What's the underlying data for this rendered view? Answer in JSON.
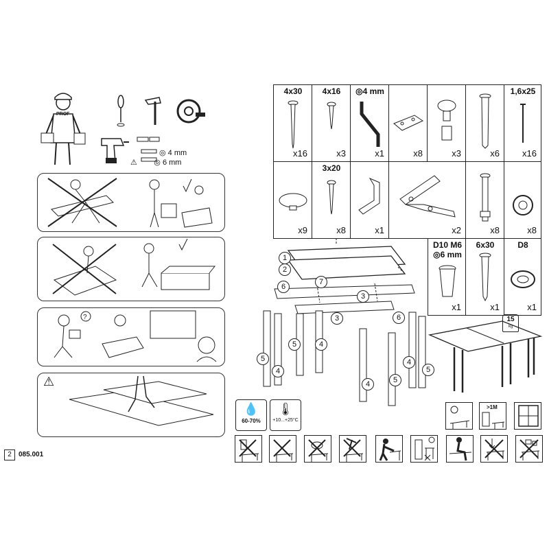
{
  "page": {
    "number": "2",
    "code": "085.001"
  },
  "worker": {
    "cap_text": "PROF"
  },
  "tools": {
    "drill_bit_4": "4 mm",
    "drill_bit_6": "6 mm"
  },
  "parts_row1": [
    {
      "size": "4x30",
      "qty": "x16"
    },
    {
      "size": "4x16",
      "qty": "x3"
    },
    {
      "size": "4 mm",
      "qty": "x1"
    },
    {
      "size": "",
      "qty": "x8"
    },
    {
      "size": "",
      "qty": "x3"
    },
    {
      "size": "",
      "qty": "x6"
    },
    {
      "size": "1,6x25",
      "qty": "x16"
    }
  ],
  "parts_row2": [
    {
      "size": "",
      "qty": "x9"
    },
    {
      "size": "3x20",
      "qty": "x8"
    },
    {
      "size": "",
      "qty": "x1"
    },
    {
      "size": "",
      "qty": "x2"
    },
    {
      "size": "",
      "qty": "x8"
    },
    {
      "size": "",
      "qty": "x8"
    }
  ],
  "parts_row3": [
    {
      "size": "D10 M6",
      "sub": "6 mm",
      "qty": "x1"
    },
    {
      "size": "6x30",
      "qty": "x1"
    },
    {
      "size": "D8",
      "qty": "x1"
    }
  ],
  "weight": {
    "value": "15",
    "unit": "kg"
  },
  "humidity": {
    "label": "60-70%"
  },
  "temperature": {
    "label": "+10...+25°C"
  },
  "distance": {
    "label": ">1M"
  },
  "part_labels": [
    "1",
    "2",
    "3",
    "4",
    "5",
    "6",
    "7"
  ]
}
